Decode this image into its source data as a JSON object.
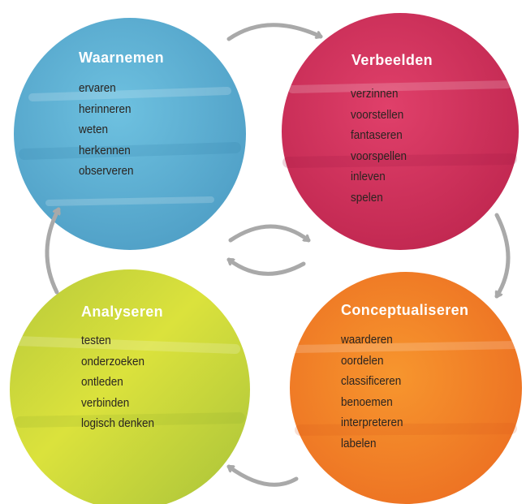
{
  "stages": [
    {
      "title": "Waarnemen",
      "color": "#5fb3d6",
      "items": [
        "ervaren",
        "herinneren",
        "weten",
        "herkennen",
        "observeren"
      ]
    },
    {
      "title": "Verbeelden",
      "color": "#d8335e",
      "items": [
        "verzinnen",
        "voorstellen",
        "fantaseren",
        "voorspellen",
        "inleven",
        "spelen"
      ]
    },
    {
      "title": "Analyseren",
      "color": "#c9d63a",
      "items": [
        "testen",
        "onderzoeken",
        "ontleden",
        "verbinden",
        "logisch denken"
      ]
    },
    {
      "title": "Conceptualiseren",
      "color": "#f08a2a",
      "items": [
        "waarderen",
        "oordelen",
        "classificeren",
        "benoemen",
        "interpreteren",
        "labelen"
      ]
    }
  ],
  "arrow_color": "#a9a9a9"
}
